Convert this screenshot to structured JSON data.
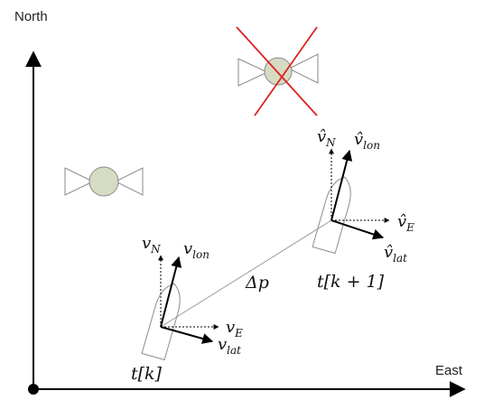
{
  "axes": {
    "y_label": "North",
    "x_label": "East"
  },
  "vessel_k": {
    "time_label": "t[k]",
    "vN": {
      "base": "v",
      "sub": "N"
    },
    "vlon": {
      "base": "v",
      "sub": "lon"
    },
    "vE": {
      "base": "v",
      "sub": "E"
    },
    "vlat": {
      "base": "v",
      "sub": "lat"
    }
  },
  "vessel_k1": {
    "time_label": "t[k + 1]",
    "vN": {
      "base": "v̂",
      "sub": "N"
    },
    "vlon": {
      "base": "v̂",
      "sub": "lon"
    },
    "vE": {
      "base": "v̂",
      "sub": "E"
    },
    "vlat": {
      "base": "v̂",
      "sub": "lat"
    }
  },
  "displacement_label": "Δp",
  "colors": {
    "axis": "#000000",
    "hull": "#8c8c8c",
    "satellite_body": "#d6dcc4",
    "cross": "#e02020"
  },
  "icons": [
    "satellite-icon",
    "satellite-crossed-icon",
    "boat-hull-icon"
  ]
}
